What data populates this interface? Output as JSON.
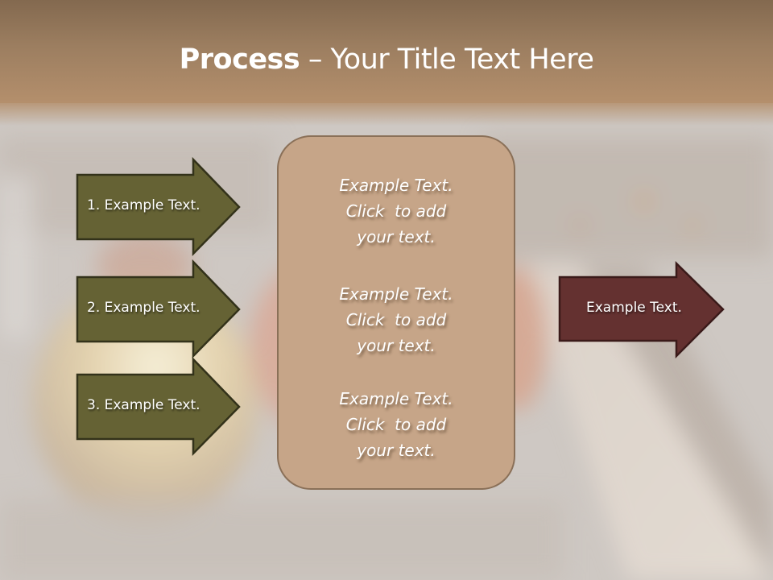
{
  "slide": {
    "title": {
      "bold": "Process",
      "rest": " – Your Title Text Here"
    },
    "left_arrows": [
      {
        "label": "1. Example Text."
      },
      {
        "label": "2. Example Text."
      },
      {
        "label": "3. Example Text."
      }
    ],
    "center_box": {
      "blocks": [
        {
          "lines": [
            "Example Text.",
            "Click  to add",
            "your text."
          ]
        },
        {
          "lines": [
            "Example Text.",
            "Click  to add",
            "your text."
          ]
        },
        {
          "lines": [
            "Example Text.",
            "Click  to add",
            "your text."
          ]
        }
      ]
    },
    "right_arrow": {
      "label": "Example Text."
    },
    "colors": {
      "header_band": "#9c7e60",
      "left_arrow_fill": "#656234",
      "left_arrow_border": "#33321a",
      "center_box_fill": "#c6a588",
      "center_box_border": "#8a7058",
      "right_arrow_fill": "#643130",
      "right_arrow_border": "#3a1a19",
      "text": "#ffffff"
    }
  }
}
